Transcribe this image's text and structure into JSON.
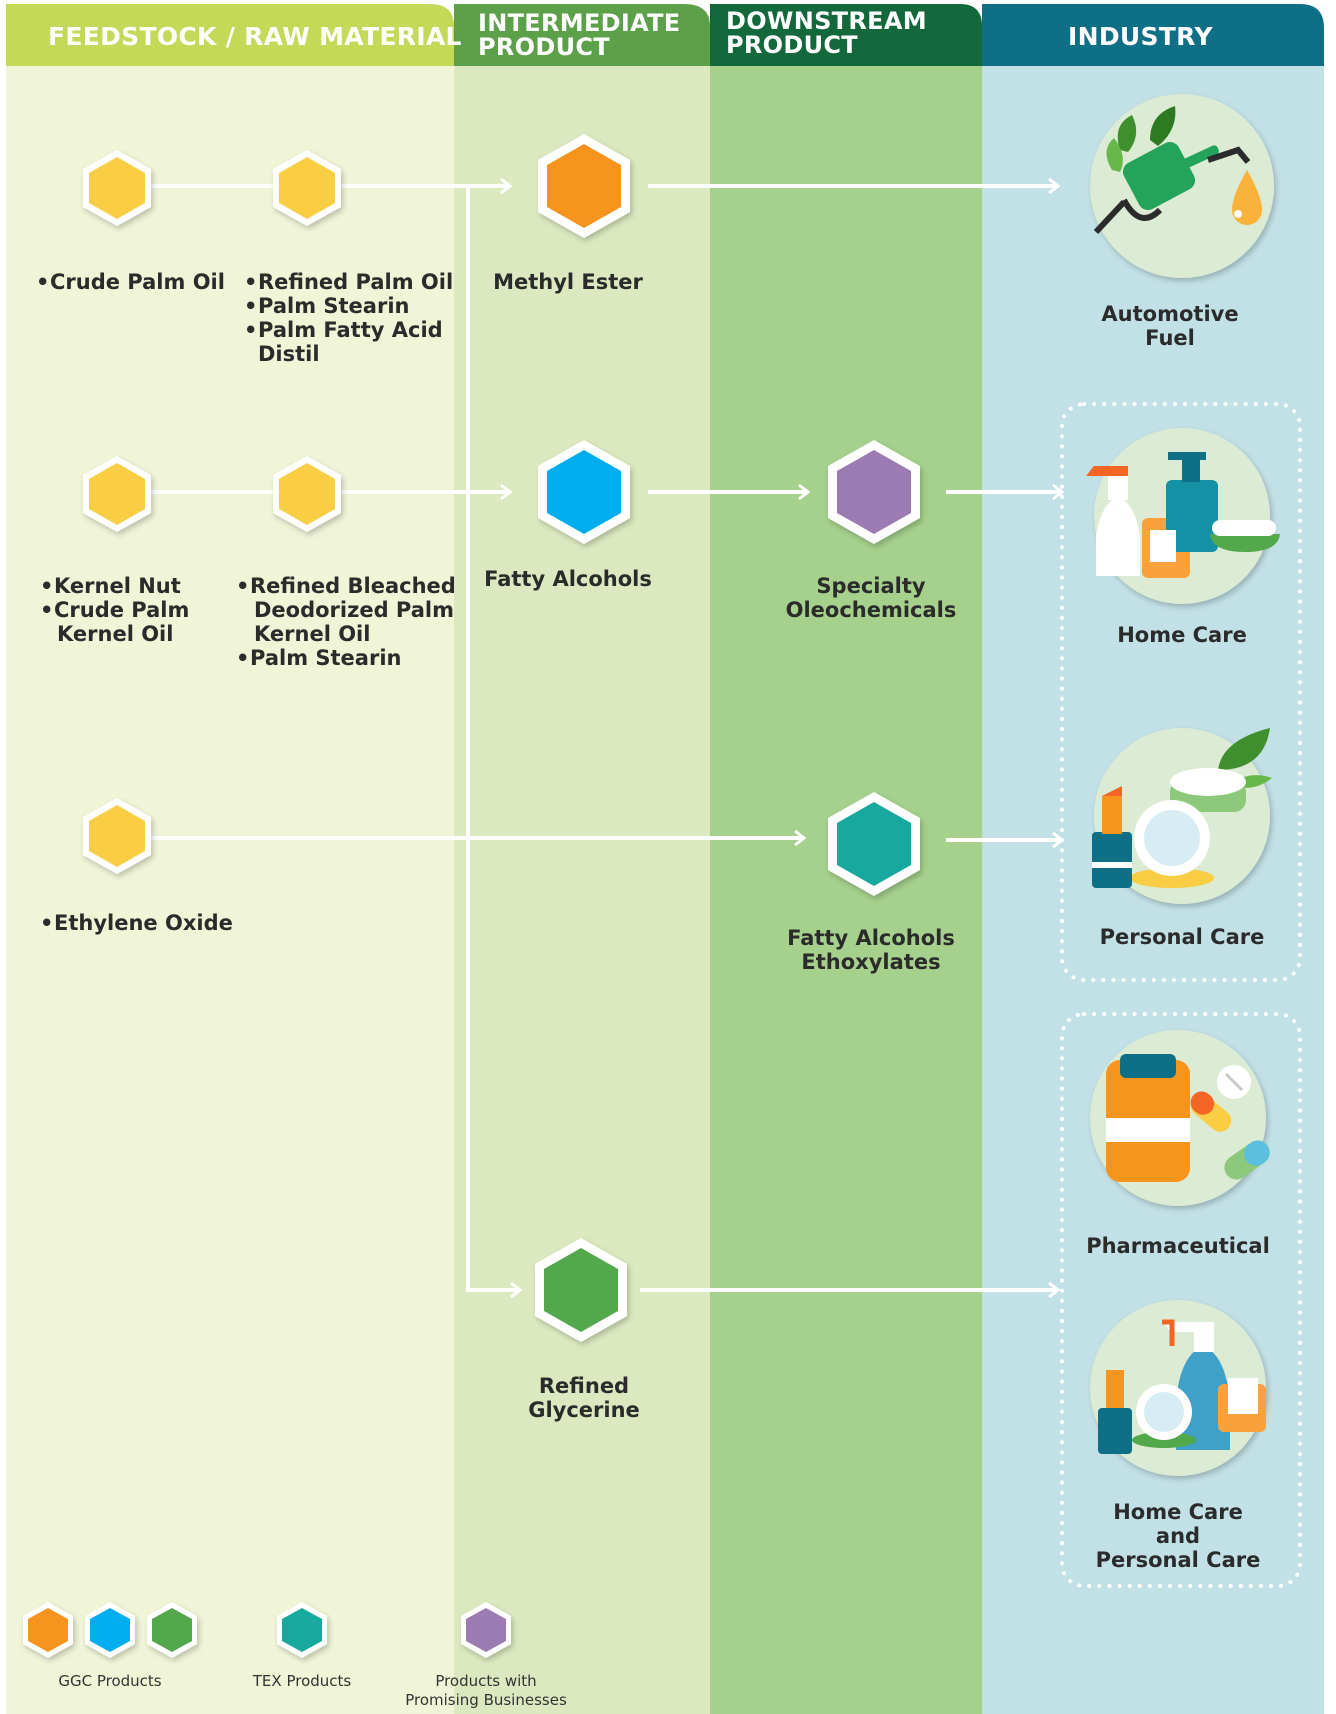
{
  "headers": {
    "feedstock": "FEEDSTOCK / RAW MATERIAL",
    "intermediate_line1": "INTERMEDIATE",
    "intermediate_line2": "PRODUCT",
    "downstream_line1": "DOWNSTREAM",
    "downstream_line2": "PRODUCT",
    "industry": "INDUSTRY"
  },
  "feedstock": {
    "crude_palm_oil": "Crude Palm Oil",
    "refined_palm_group": [
      "Refined Palm Oil",
      "Palm Stearin",
      "Palm Fatty Acid"
    ],
    "refined_palm_group_cont": "Distil",
    "kernel_group": [
      "Kernel Nut",
      "Crude Palm"
    ],
    "kernel_group_cont": "Kernel Oil",
    "rbd_group_first": "Refined  Bleached",
    "rbd_group_cont1": "Deodorized Palm",
    "rbd_group_cont2": "Kernel Oil",
    "rbd_group_last": "Palm Stearin",
    "ethylene_oxide": "Ethylene Oxide"
  },
  "intermediate": {
    "methyl_ester": "Methyl Ester",
    "fatty_alcohols": "Fatty Alcohols",
    "refined_glycerine_line1": "Refined",
    "refined_glycerine_line2": "Glycerine"
  },
  "downstream": {
    "specialty_line1": "Specialty",
    "specialty_line2": "Oleochemicals",
    "ethoxylates_line1": "Fatty Alcohols",
    "ethoxylates_line2": "Ethoxylates"
  },
  "industry": {
    "automotive_line1": "Automotive",
    "automotive_line2": "Fuel",
    "home_care": "Home Care",
    "personal_care": "Personal Care",
    "pharmaceutical": "Pharmaceutical",
    "hc_pc_line1": "Home Care",
    "hc_pc_line2": "and",
    "hc_pc_line3": "Personal Care"
  },
  "legend": {
    "ggc": "GGC Products",
    "tex": "TEX Products",
    "promising_line1": "Products with",
    "promising_line2": "Promising Businesses"
  },
  "colors": {
    "feedstock_yellow": "#f9ce45",
    "ggc_orange": "#f7941e",
    "ggc_blue": "#00aeef",
    "ggc_green": "#52a84a",
    "tex_teal": "#17a89e",
    "promising_purple": "#9b7bb1",
    "header_feedstock": "#c3d957",
    "header_intermediate": "#5ca04a",
    "header_downstream": "#13683c",
    "header_industry": "#0f6f87"
  }
}
